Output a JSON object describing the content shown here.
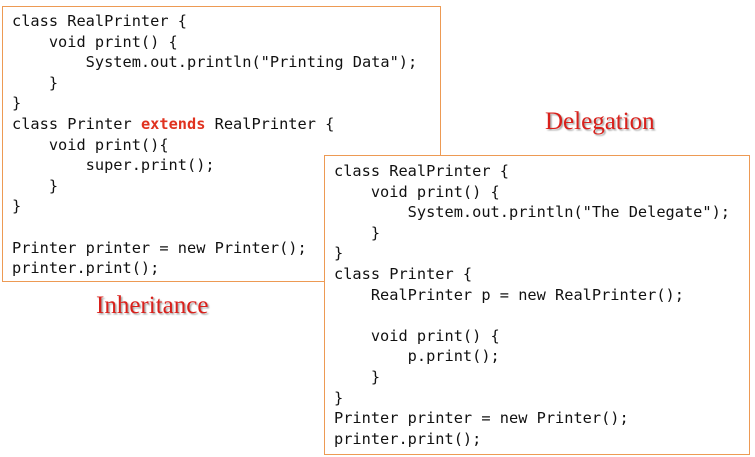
{
  "inheritance": {
    "caption": "Inheritance",
    "lines": [
      {
        "text": "class RealPrinter {"
      },
      {
        "text": "    void print() {"
      },
      {
        "text": "        System.out.println(\"Printing Data\");"
      },
      {
        "text": "    }"
      },
      {
        "text": "}"
      },
      {
        "before": "class Printer ",
        "keyword": "extends",
        "after": " RealPrinter {"
      },
      {
        "text": "    void print(){"
      },
      {
        "text": "        super.print();"
      },
      {
        "text": "    }"
      },
      {
        "text": "}"
      },
      {
        "text": ""
      },
      {
        "text": "Printer printer = new Printer();"
      },
      {
        "text": "printer.print();"
      }
    ]
  },
  "delegation": {
    "caption": "Delegation",
    "lines": [
      {
        "text": "class RealPrinter {"
      },
      {
        "text": "    void print() {"
      },
      {
        "text": "        System.out.println(\"The Delegate\");"
      },
      {
        "text": "    }"
      },
      {
        "text": "}"
      },
      {
        "text": "class Printer {"
      },
      {
        "text": "    RealPrinter p = new RealPrinter();"
      },
      {
        "text": ""
      },
      {
        "text": "    void print() {"
      },
      {
        "text": "        p.print();"
      },
      {
        "text": "    }"
      },
      {
        "text": "}"
      },
      {
        "text": "Printer printer = new Printer();"
      },
      {
        "text": "printer.print();"
      }
    ]
  },
  "colors": {
    "box_border": "#ed9a54",
    "keyword": "#e0321f",
    "caption": "#d9201b",
    "code_text": "#111111"
  }
}
